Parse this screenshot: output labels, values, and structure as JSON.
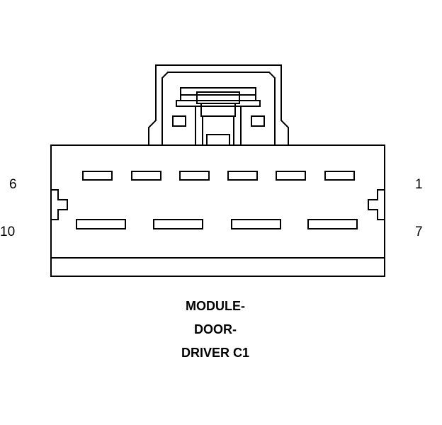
{
  "pin_labels": {
    "top_left": "6",
    "top_right": "1",
    "bottom_left": "10",
    "bottom_right": "7"
  },
  "caption": {
    "line1": "MODULE-",
    "line2": "DOOR-",
    "line3": "DRIVER C1"
  },
  "colors": {
    "line": "#000000",
    "background": "#ffffff"
  },
  "connector": {
    "top_row_cavities": 6,
    "bottom_row_cavities": 4
  }
}
